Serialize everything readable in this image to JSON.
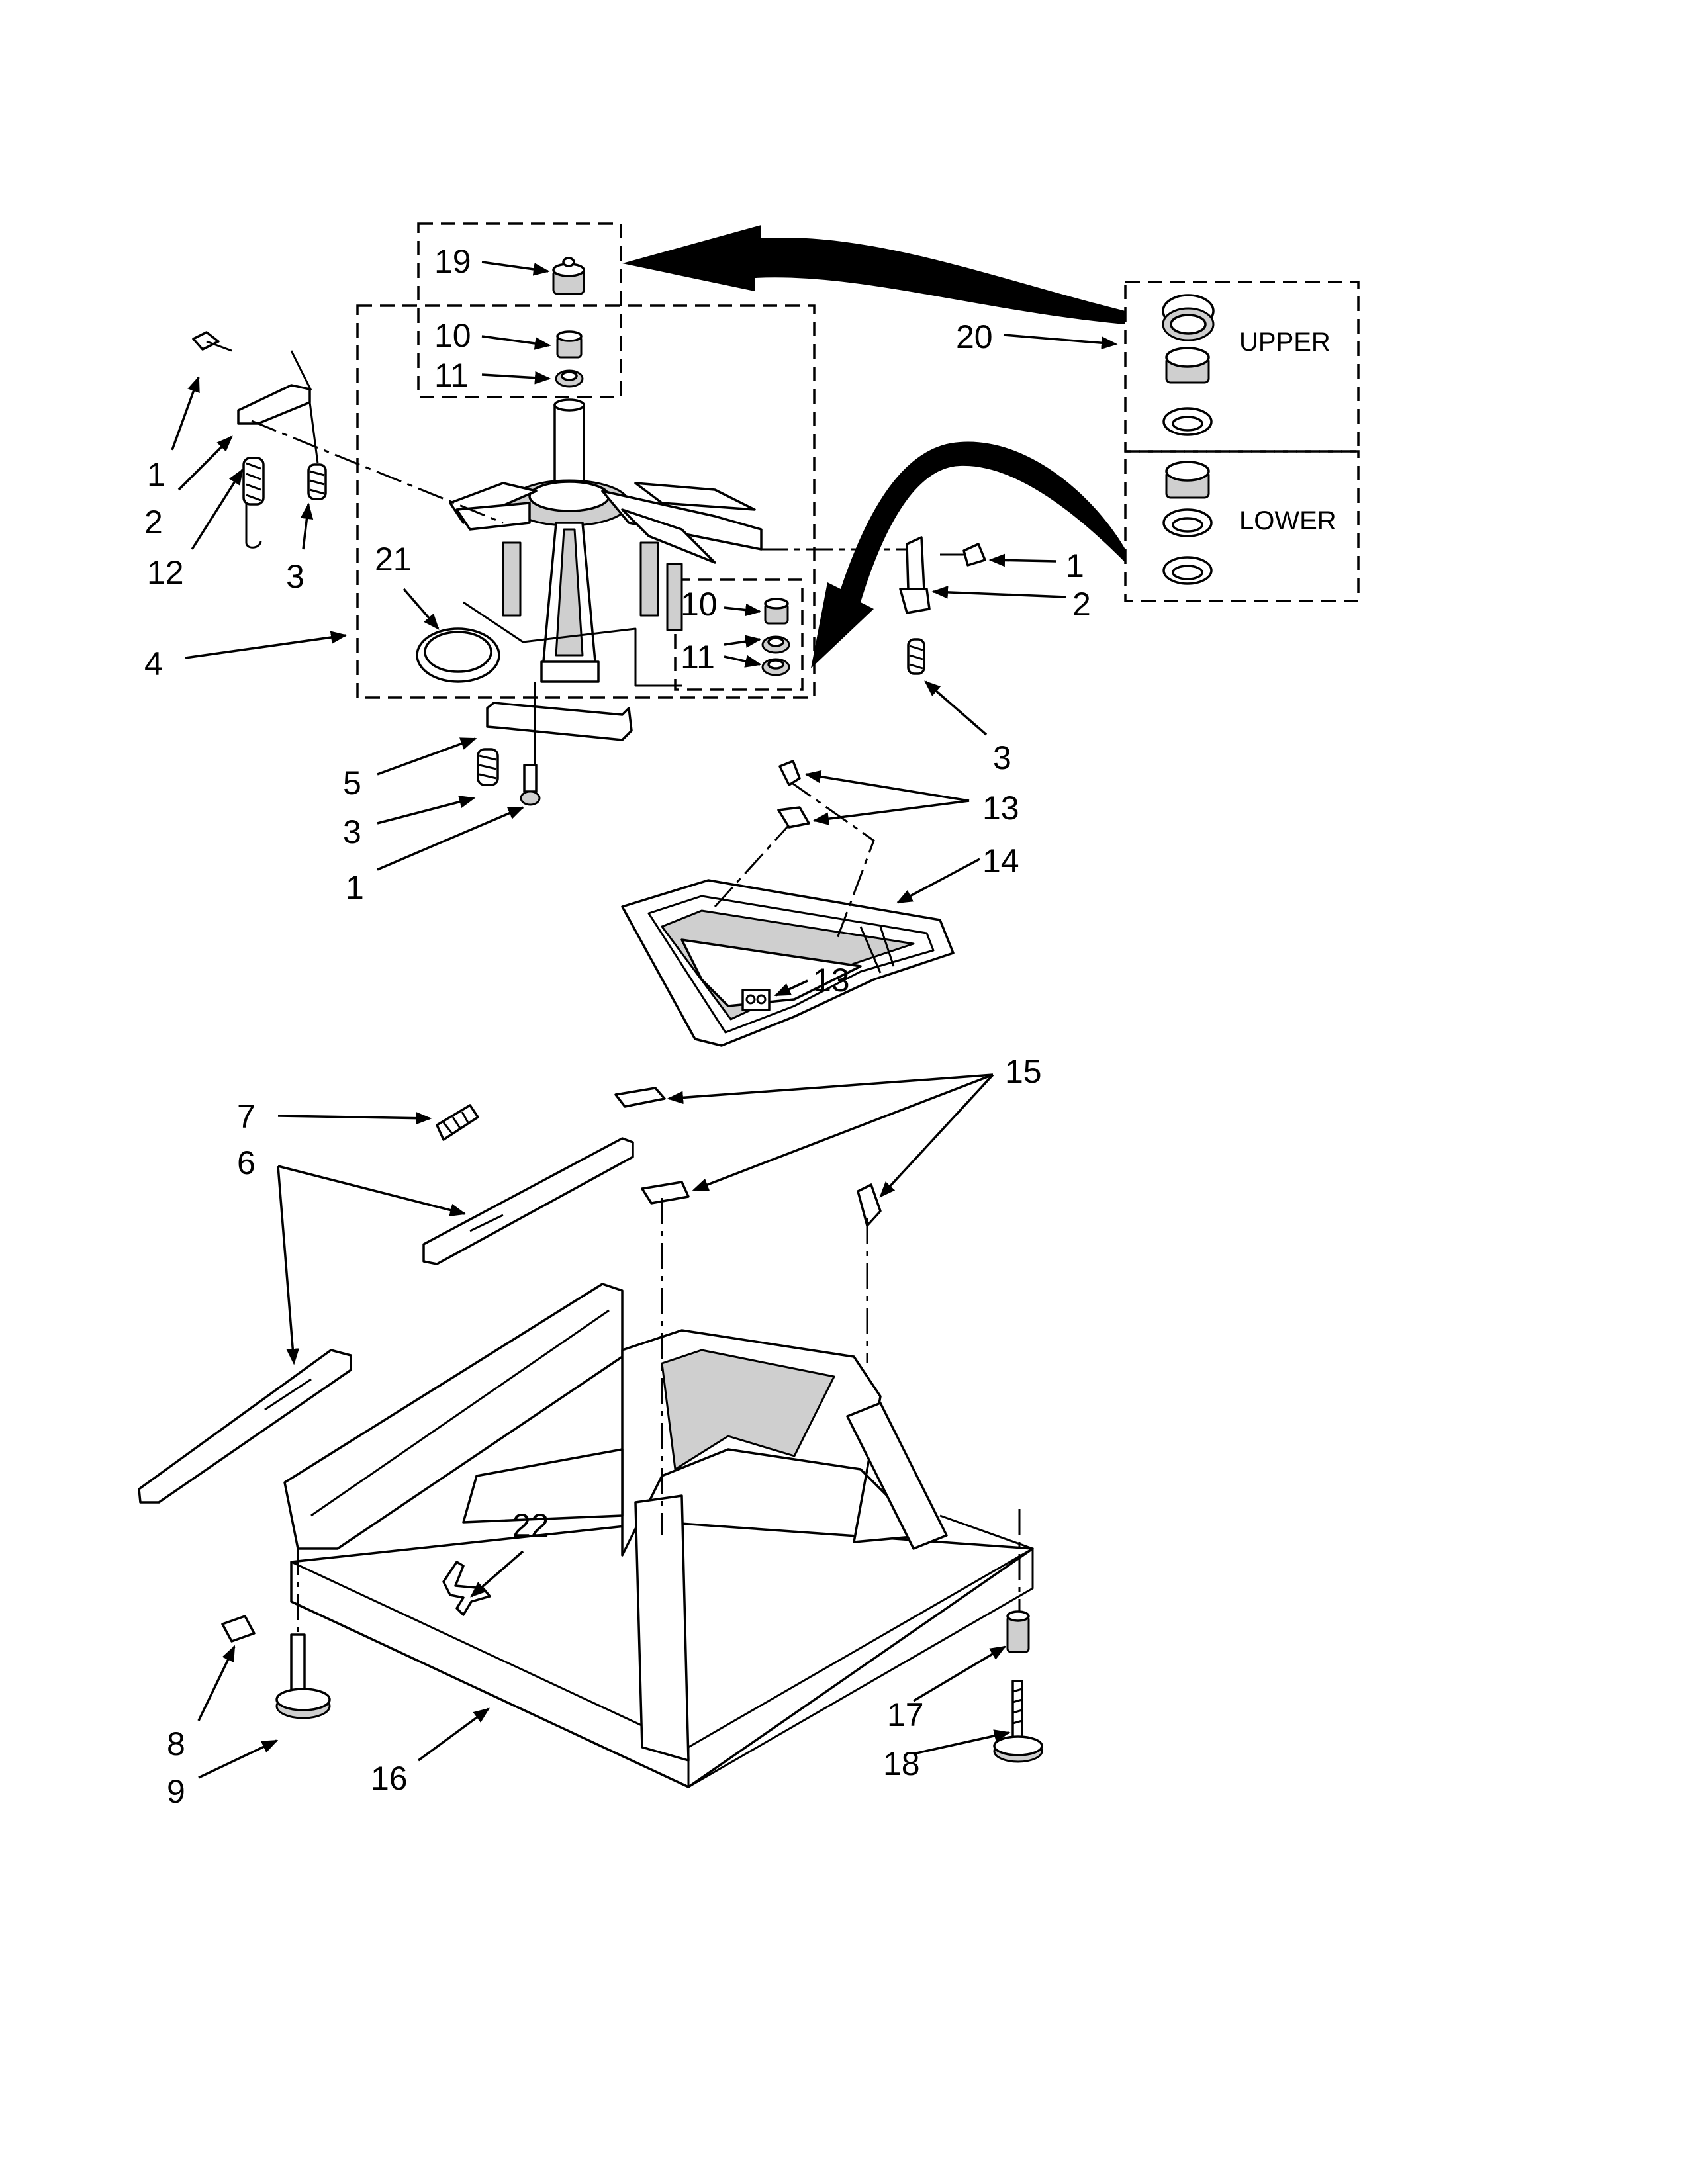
{
  "callouts": [
    {
      "id": "c19",
      "text": "19"
    },
    {
      "id": "c10a",
      "text": "10"
    },
    {
      "id": "c11a",
      "text": "11"
    },
    {
      "id": "c1a",
      "text": "1"
    },
    {
      "id": "c2a",
      "text": "2"
    },
    {
      "id": "c12",
      "text": "12"
    },
    {
      "id": "c3a",
      "text": "3"
    },
    {
      "id": "c21",
      "text": "21"
    },
    {
      "id": "c4",
      "text": "4"
    },
    {
      "id": "c10b",
      "text": "10"
    },
    {
      "id": "c11b",
      "text": "11"
    },
    {
      "id": "c1b",
      "text": "1"
    },
    {
      "id": "c2b",
      "text": "2"
    },
    {
      "id": "c3b",
      "text": "3"
    },
    {
      "id": "c20",
      "text": "20"
    },
    {
      "id": "c5",
      "text": "5"
    },
    {
      "id": "c3c",
      "text": "3"
    },
    {
      "id": "c1c",
      "text": "1"
    },
    {
      "id": "c13a",
      "text": "13"
    },
    {
      "id": "c14",
      "text": "14"
    },
    {
      "id": "c13b",
      "text": "13"
    },
    {
      "id": "c15",
      "text": "15"
    },
    {
      "id": "c7",
      "text": "7"
    },
    {
      "id": "c6",
      "text": "6"
    },
    {
      "id": "c22",
      "text": "22"
    },
    {
      "id": "c8",
      "text": "8"
    },
    {
      "id": "c9",
      "text": "9"
    },
    {
      "id": "c16",
      "text": "16"
    },
    {
      "id": "c17",
      "text": "17"
    },
    {
      "id": "c18",
      "text": "18"
    }
  ],
  "kit_labels": {
    "upper": "UPPER",
    "lower": "LOWER"
  }
}
